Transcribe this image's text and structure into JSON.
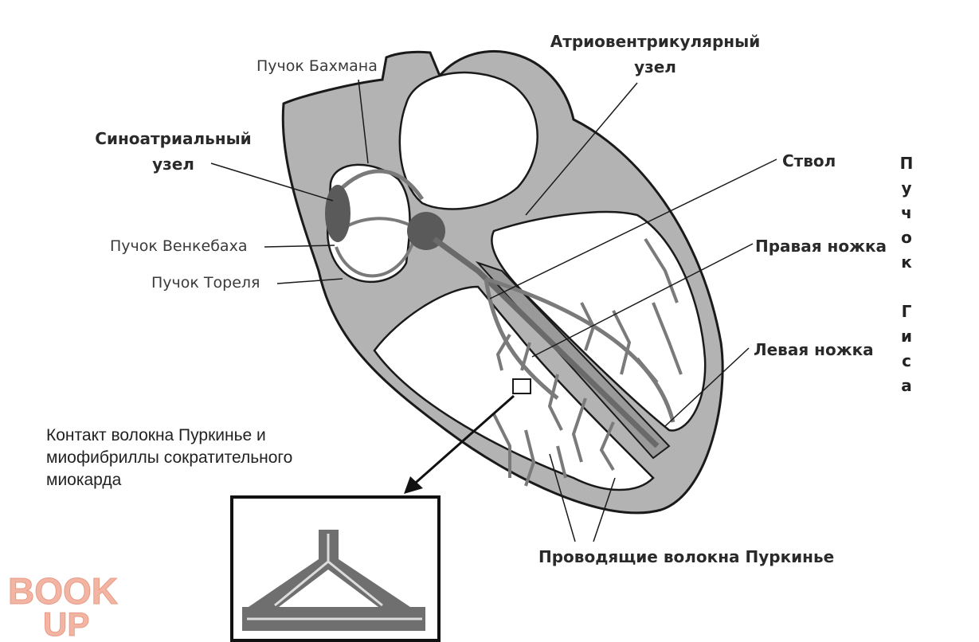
{
  "labels": {
    "bachmann": "Пучок Бахмана",
    "av_node_line1": "Атриовентрикулярный",
    "av_node_line2": "узел",
    "sa_node_line1": "Синоатриальный",
    "sa_node_line2": "узел",
    "trunk": "Ствол",
    "wenckebach": "Пучок Венкебаха",
    "thorel": "Пучок Тореля",
    "right_branch": "Правая ножка",
    "left_branch": "Левая ножка",
    "purkinje_fibers": "Проводящие волокна Пуркинье",
    "contact_line1": "Контакт волокна Пуркинье и",
    "contact_line2": "миофибриллы сократительного",
    "contact_line3": "миокарда"
  },
  "vertical_label": [
    "П",
    "у",
    "ч",
    "о",
    "к",
    "",
    "Г",
    "и",
    "с",
    "а"
  ],
  "logo": {
    "word1": "BOOK",
    "word2": "UP"
  },
  "colors": {
    "tissue": "#b3b3b3",
    "node": "#5a5a5a",
    "outline": "#1a1a1a",
    "logo": "#f2b5a4"
  }
}
